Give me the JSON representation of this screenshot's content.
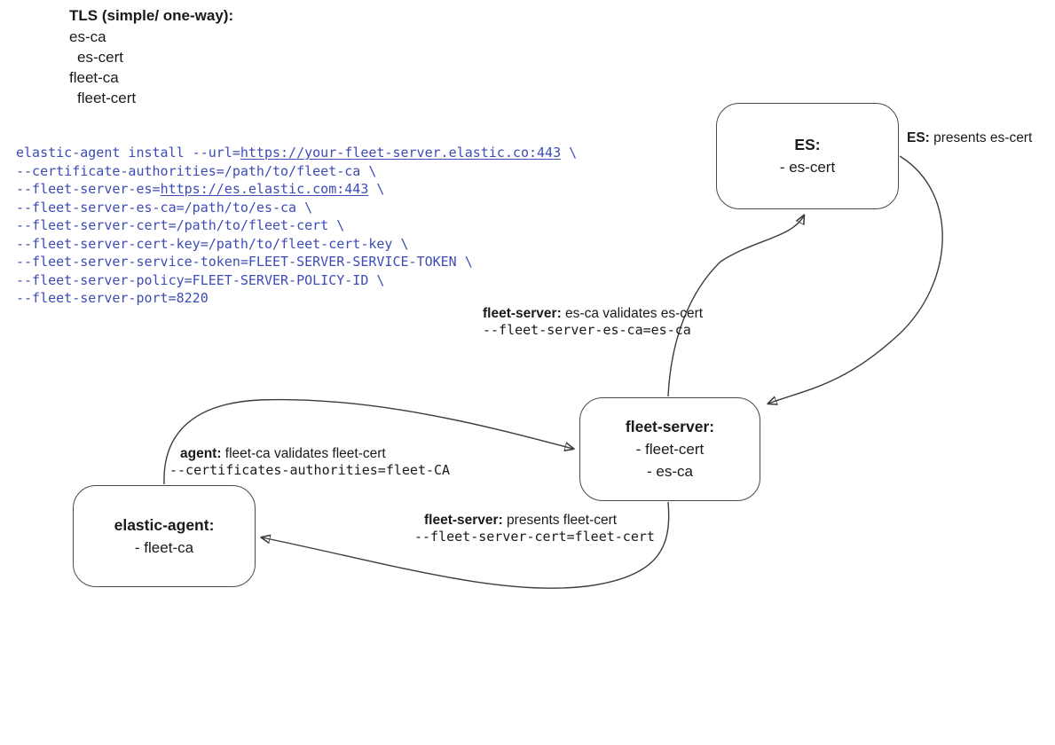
{
  "notes": {
    "title": "TLS (simple/ one-way):",
    "items": [
      {
        "text": "es-ca"
      },
      {
        "text": "es-cert"
      },
      {
        "text": "fleet-ca"
      },
      {
        "text": "fleet-cert"
      }
    ]
  },
  "code": {
    "lines": [
      {
        "pre": "elastic-agent install --url=",
        "link": "https://your-fleet-server.elastic.co:443",
        "post": " \\"
      },
      {
        "pre": "--certificate-authorities=/path/to/fleet-ca \\",
        "link": "",
        "post": ""
      },
      {
        "pre": "--fleet-server-es=",
        "link": "https://es.elastic.com:443",
        "post": " \\"
      },
      {
        "pre": "--fleet-server-es-ca=/path/to/es-ca \\",
        "link": "",
        "post": ""
      },
      {
        "pre": "--fleet-server-cert=/path/to/fleet-cert \\",
        "link": "",
        "post": ""
      },
      {
        "pre": "--fleet-server-cert-key=/path/to/fleet-cert-key \\",
        "link": "",
        "post": ""
      },
      {
        "pre": "--fleet-server-service-token=FLEET-SERVER-SERVICE-TOKEN \\",
        "link": "",
        "post": ""
      },
      {
        "pre": "--fleet-server-policy=FLEET-SERVER-POLICY-ID \\",
        "link": "",
        "post": ""
      },
      {
        "pre": "--fleet-server-port=8220",
        "link": "",
        "post": ""
      }
    ]
  },
  "nodes": {
    "es": {
      "title": "ES:",
      "items": [
        "- es-cert"
      ]
    },
    "fleet_server": {
      "title": "fleet-server:",
      "items": [
        "- fleet-cert",
        "- es-ca"
      ]
    },
    "agent": {
      "title": "elastic-agent:",
      "items": [
        "- fleet-ca"
      ]
    }
  },
  "edge_labels": {
    "es_presents": {
      "bold": "ES:",
      "text": " presents es-cert"
    },
    "fs_validates": {
      "bold": "fleet-server:",
      "text": " es-ca validates es-cert",
      "code": "--fleet-server-es-ca=es-ca"
    },
    "agent_validates": {
      "bold": "agent:",
      "text": " fleet-ca validates fleet-cert",
      "code": "--certificates-authorities=fleet-CA"
    },
    "fs_presents": {
      "bold": "fleet-server:",
      "text": " presents fleet-cert",
      "code": "--fleet-server-cert=fleet-cert"
    }
  },
  "colors": {
    "background": "#ffffff",
    "code_text": "#3d4cb5",
    "stroke": "#3c3c3c",
    "text": "#1a1a1a"
  }
}
